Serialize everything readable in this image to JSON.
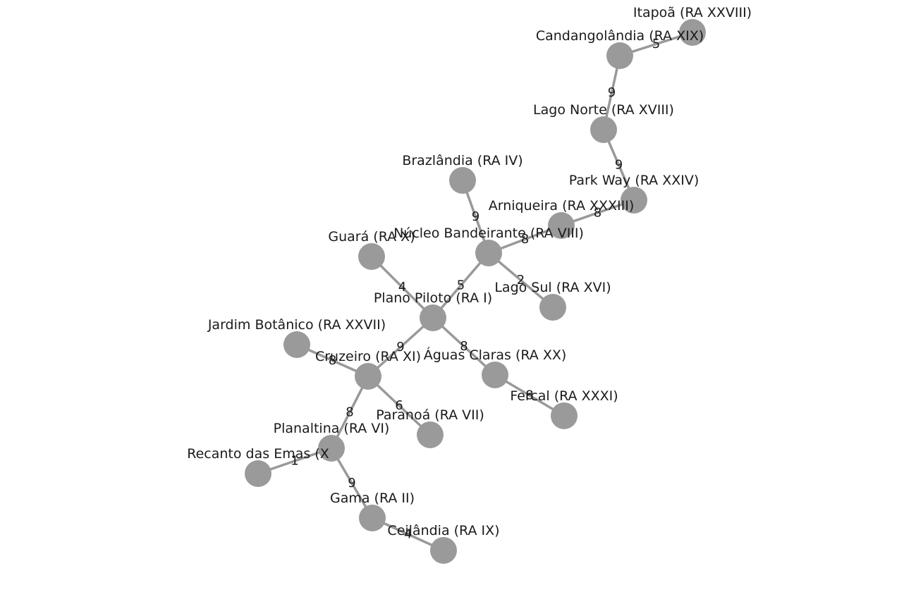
{
  "graph": {
    "colors": {
      "node": "#9a9a9a",
      "edge": "#999999",
      "text": "#1a1a1a",
      "background": "#ffffff"
    },
    "nodes": [
      {
        "id": "itapoa",
        "label": "Itapoã (RA XXVIII)"
      },
      {
        "id": "candangolandia",
        "label": "Candangolândia (RA XIX)"
      },
      {
        "id": "lago_norte",
        "label": "Lago Norte (RA XVIII)"
      },
      {
        "id": "park_way",
        "label": "Park Way (RA XXIV)"
      },
      {
        "id": "arniqueira",
        "label": "Arniqueira (RA XXXIII)"
      },
      {
        "id": "brazlandia",
        "label": "Brazlândia (RA IV)"
      },
      {
        "id": "nucleo_bandeirante",
        "label": "Núcleo Bandeirante (RA VIII)"
      },
      {
        "id": "guara",
        "label": "Guará (RA X)"
      },
      {
        "id": "lago_sul",
        "label": "Lago Sul (RA XVI)"
      },
      {
        "id": "plano_piloto",
        "label": "Plano Piloto (RA I)"
      },
      {
        "id": "jardim_botanico",
        "label": "Jardim Botânico (RA XXVII)"
      },
      {
        "id": "cruzeiro",
        "label": "Cruzeiro (RA XI)"
      },
      {
        "id": "aguas_claras",
        "label": "Águas Claras (RA XX)"
      },
      {
        "id": "fercal",
        "label": "Fercal (RA XXXI)"
      },
      {
        "id": "paranoa",
        "label": "Paranoá (RA VII)"
      },
      {
        "id": "planaltina",
        "label": "Planaltina (RA VI)"
      },
      {
        "id": "recanto_das_emas",
        "label": "Recanto das Emas (X"
      },
      {
        "id": "gama",
        "label": "Gama (RA II)"
      },
      {
        "id": "ceilandia",
        "label": "Ceilândia (RA IX)"
      }
    ],
    "edges": [
      {
        "from": "itapoa",
        "to": "candangolandia",
        "weight": "5"
      },
      {
        "from": "candangolandia",
        "to": "lago_norte",
        "weight": "9"
      },
      {
        "from": "lago_norte",
        "to": "park_way",
        "weight": "9"
      },
      {
        "from": "park_way",
        "to": "arniqueira",
        "weight": "8"
      },
      {
        "from": "arniqueira",
        "to": "nucleo_bandeirante",
        "weight": "8"
      },
      {
        "from": "brazlandia",
        "to": "nucleo_bandeirante",
        "weight": "9"
      },
      {
        "from": "nucleo_bandeirante",
        "to": "lago_sul",
        "weight": "2"
      },
      {
        "from": "nucleo_bandeirante",
        "to": "plano_piloto",
        "weight": "5"
      },
      {
        "from": "guara",
        "to": "plano_piloto",
        "weight": "4"
      },
      {
        "from": "plano_piloto",
        "to": "cruzeiro",
        "weight": "9"
      },
      {
        "from": "plano_piloto",
        "to": "aguas_claras",
        "weight": "8"
      },
      {
        "from": "aguas_claras",
        "to": "fercal",
        "weight": "8"
      },
      {
        "from": "jardim_botanico",
        "to": "cruzeiro",
        "weight": "8"
      },
      {
        "from": "cruzeiro",
        "to": "paranoa",
        "weight": "6"
      },
      {
        "from": "cruzeiro",
        "to": "planaltina",
        "weight": "8"
      },
      {
        "from": "planaltina",
        "to": "recanto_das_emas",
        "weight": "1"
      },
      {
        "from": "planaltina",
        "to": "gama",
        "weight": "9"
      },
      {
        "from": "gama",
        "to": "ceilandia",
        "weight": "4"
      }
    ]
  }
}
